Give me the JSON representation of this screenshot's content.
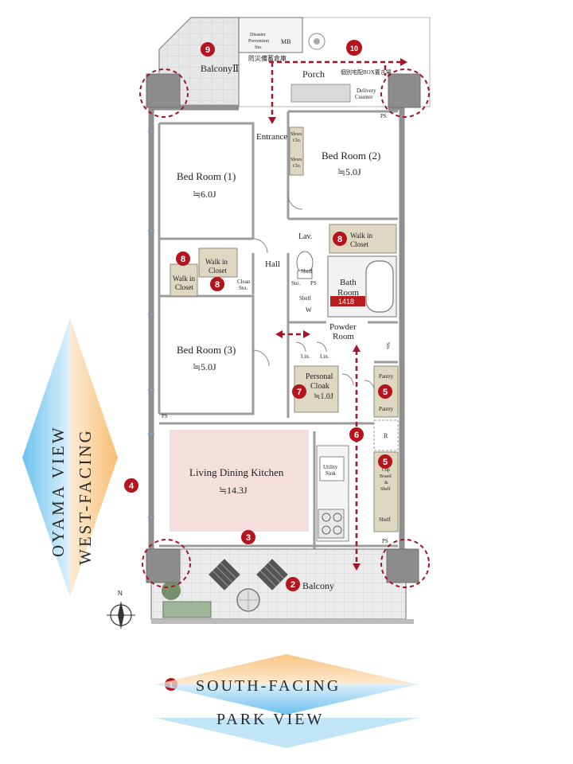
{
  "rooms": {
    "balcony2": "BalconyⅡ",
    "porch": "Porch",
    "entrance": "Entrance",
    "bed1": "Bed Room (1)",
    "bed1_size": "≒6.0J",
    "bed2": "Bed Room (2)",
    "bed2_size": "≒5.0J",
    "bed3": "Bed Room (3)",
    "bed3_size": "≒5.0J",
    "hall": "Hall",
    "lav": "Lav.",
    "walkin_closet_1": "Walk in",
    "walkin_closet_1b": "Closet",
    "walkin_closet_2": "Walk in",
    "walkin_closet_2b": "Closet",
    "walkin_closet_3": "Walk in",
    "walkin_closet_3b": "Closet",
    "bath": "Bath",
    "bath2": "Room",
    "bath_code": "1418",
    "powder": "Powder",
    "powder2": "Room",
    "personal_cloak": "Personal",
    "personal_cloak2": "Cloak",
    "personal_cloak_size": "≒1.0J",
    "ldk": "Living Dining Kitchen",
    "ldk_size": "≒14.3J",
    "balcony": "Balcony",
    "utility_sink": "Utility",
    "utility_sink2": "Sink"
  },
  "small_labels": {
    "disaster": "Disaster",
    "disaster2": "Prevention",
    "disaster3": "Sto.",
    "mb": "MB",
    "jp_storage": "防災備蓄倉庫",
    "jp_box": "個別宅配BOX置き場",
    "delivery": "Delivery",
    "delivery2": "Counter",
    "ps": "PS",
    "shoes": "Shoes",
    "shoes2": "Clo.",
    "shelf": "Shelf",
    "sto": "Sto.",
    "w": "W",
    "lin": "Lin.",
    "clean": "Clean",
    "clean2": "Sto.",
    "pantry": "Pantry",
    "cup1": "Cup",
    "cup2": "Board",
    "cup3": "&",
    "cup4": "Shelf",
    "r": "R",
    "north": "N"
  },
  "markers": [
    "1",
    "2",
    "3",
    "4",
    "5",
    "6",
    "7",
    "8",
    "9",
    "10"
  ],
  "views": {
    "south": "SOUTH-FACING",
    "park": "PARK VIEW",
    "oyama": "OYAMA VIEW",
    "west": "WEST-FACING"
  },
  "colors": {
    "marker_red": "#b4141c",
    "wall": "#9a9a9a",
    "closet": "#ded8c2",
    "ldk_fill": "#f5dede",
    "bath_code_bg": "#b81c1c",
    "orange": "#f4a340",
    "blue": "#4ab3e8"
  }
}
